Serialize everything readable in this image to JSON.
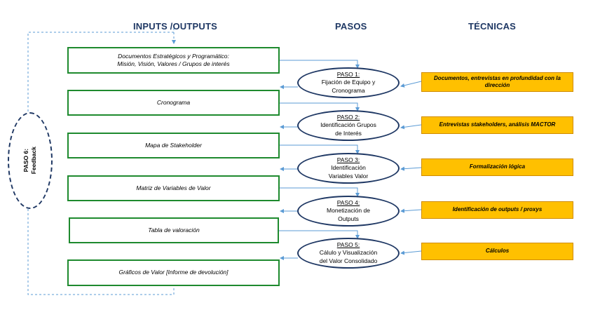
{
  "headers": {
    "inputs_outputs": "INPUTS /OUTPUTS",
    "pasos": "PASOS",
    "tecnicas": "TÉCNICAS"
  },
  "io_boxes": [
    {
      "line1": "Documentos Estratégicos y Programático:",
      "line2": "Misión, Visión, Valores / Grupos de interés"
    },
    {
      "line1": "Cronograma",
      "line2": ""
    },
    {
      "line1": "Mapa de Stakeholder",
      "line2": ""
    },
    {
      "line1": "Matriz de Variables de Valor",
      "line2": ""
    },
    {
      "line1": "Tabla de valoración",
      "line2": ""
    },
    {
      "line1": "Gráficos de Valor [Informe de devolución]",
      "line2": ""
    }
  ],
  "steps": [
    {
      "num": "PASO 1:",
      "line1": "Fijación de Equipo y",
      "line2": "Cronograma"
    },
    {
      "num": "PASO 2:",
      "line1": "Identificación Grupos",
      "line2": "de Interés"
    },
    {
      "num": "PASO 3:",
      "line1": "Identificación",
      "line2": "Variables Valor"
    },
    {
      "num": "PASO 4:",
      "line1": "Monetización de",
      "line2": "Outputs"
    },
    {
      "num": "PASO 5:",
      "line1": "Cálulo y Visualización",
      "line2": "del Valor Consolidado"
    }
  ],
  "techniques": [
    {
      "line1": "Documentos, entrevistas en profundidad con la",
      "line2": "dirección"
    },
    {
      "line1": "Entrevistas stakeholders, análisis MACTOR",
      "line2": ""
    },
    {
      "line1": "Formalización lógica",
      "line2": ""
    },
    {
      "line1": "Identificación de outputs / proxys",
      "line2": ""
    },
    {
      "line1": "Cálculos",
      "line2": ""
    }
  ],
  "feedback": {
    "line1": "PASO 6:",
    "line2": "Feedback"
  },
  "colors": {
    "header": "#1f3864",
    "io_border": "#1e8a2e",
    "step_border": "#1f3864",
    "technique_fill": "#ffc000",
    "connector": "#5b9bd5"
  }
}
